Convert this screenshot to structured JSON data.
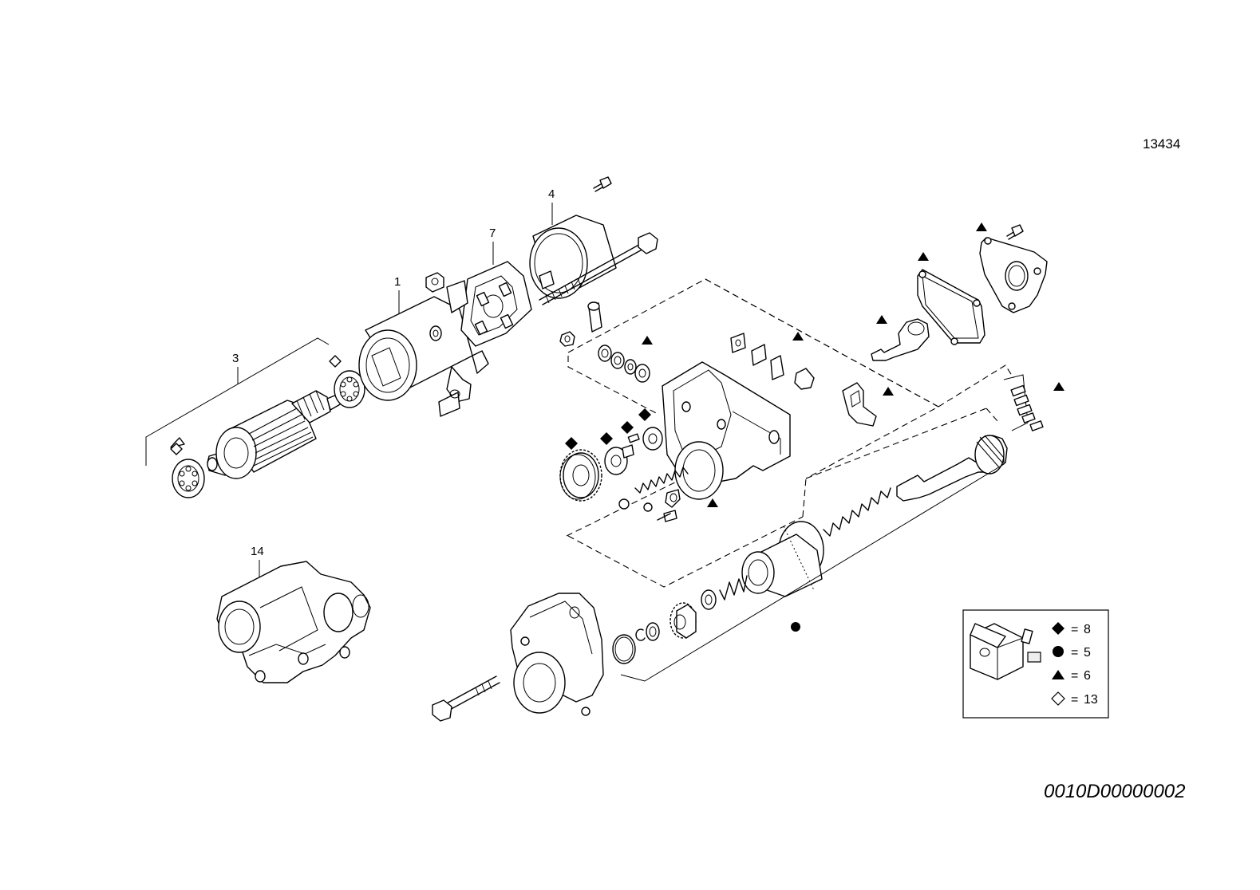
{
  "drawing": {
    "reference_number": "13434",
    "drawing_code": "0010D00000002"
  },
  "callouts": [
    "1",
    "3",
    "4",
    "7",
    "14"
  ],
  "legend": {
    "items": [
      {
        "symbol": "diamond-filled",
        "equals": "=",
        "value": "8"
      },
      {
        "symbol": "circle-filled",
        "equals": "=",
        "value": "5"
      },
      {
        "symbol": "triangle-filled",
        "equals": "=",
        "value": "6"
      },
      {
        "symbol": "diamond-outline",
        "equals": "=",
        "value": "13"
      }
    ],
    "icon": "repair-kit-box-icon"
  }
}
